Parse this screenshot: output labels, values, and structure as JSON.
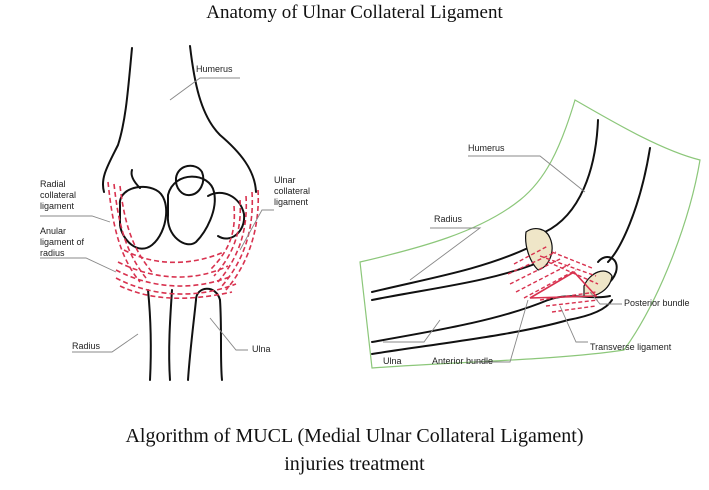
{
  "title": "Anatomy of Ulnar Collateral Ligament",
  "caption": {
    "line1": "Algorithm of MUCL (Medial Ulnar Collateral Ligament)",
    "line2": "injuries treatment"
  },
  "left_figure": {
    "labels": {
      "humerus": "Humerus",
      "radial_1": "Radial",
      "radial_2": "collateral",
      "radial_3": "ligament",
      "ulnar_1": "Ulnar",
      "ulnar_2": "collateral",
      "ulnar_3": "ligament",
      "anular_1": "Anular",
      "anular_2": "ligament of",
      "anular_3": "radius",
      "radius": "Radius",
      "ulna": "Ulna"
    }
  },
  "right_figure": {
    "labels": {
      "humerus": "Humerus",
      "radius": "Radius",
      "posterior": "Posterior bundle",
      "ulna": "Ulna",
      "anterior": "Anterior bundle",
      "transverse": "Transverse ligament"
    }
  },
  "colors": {
    "ligament": "#d8324f",
    "bone_outline": "#111111",
    "skin_outline": "#8cc77a",
    "cartilage": "#efe6c8",
    "leader": "#888888"
  }
}
